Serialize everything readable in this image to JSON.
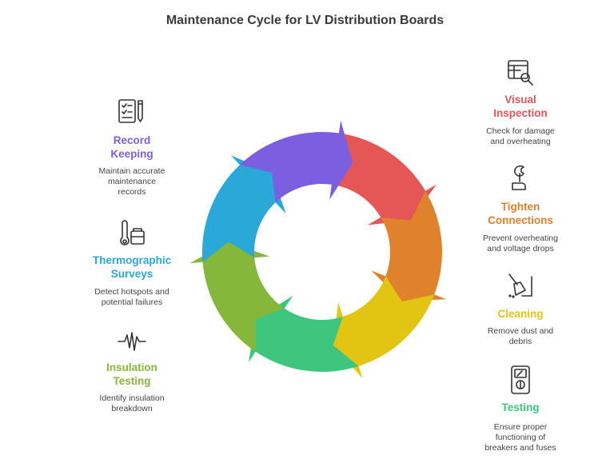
{
  "title": "Maintenance Cycle for LV Distribution Boards",
  "steps": [
    {
      "label": "Visual Inspection",
      "line1": "Visual",
      "line2": "Inspection",
      "desc1": "Check for damage",
      "desc2": "and overheating",
      "desc3": "",
      "color": "#e45756",
      "icon": "table-magnifier-icon"
    },
    {
      "label": "Tighten Connections",
      "line1": "Tighten",
      "line2": "Connections",
      "desc1": "Prevent overheating",
      "desc2": "and voltage drops",
      "desc3": "",
      "color": "#e0812c",
      "icon": "wrench-hand-icon"
    },
    {
      "label": "Cleaning",
      "line1": "Cleaning",
      "line2": "",
      "desc1": "Remove dust and",
      "desc2": "debris",
      "desc3": "",
      "color": "#e2c413",
      "icon": "broom-icon"
    },
    {
      "label": "Testing",
      "line1": "Testing",
      "line2": "",
      "desc1": "Ensure proper",
      "desc2": "functioning of",
      "desc3": "breakers and fuses",
      "color": "#3ec57e",
      "icon": "multimeter-icon"
    },
    {
      "label": "Insulation Testing",
      "line1": "Insulation",
      "line2": "Testing",
      "desc1": "Identify insulation",
      "desc2": "breakdown",
      "desc3": "",
      "color": "#85b83a",
      "icon": "waveform-icon"
    },
    {
      "label": "Thermographic Surveys",
      "line1": "Thermographic",
      "line2": "Surveys",
      "desc1": "Detect hotspots and",
      "desc2": "potential failures",
      "desc3": "",
      "color": "#2aa8d8",
      "icon": "thermometer-camera-icon"
    },
    {
      "label": "Record Keeping",
      "line1": "Record",
      "line2": "Keeping",
      "desc1": "Maintain accurate",
      "desc2": "maintenance",
      "desc3": "records",
      "color": "#7b5fe0",
      "icon": "checklist-pen-icon"
    }
  ]
}
